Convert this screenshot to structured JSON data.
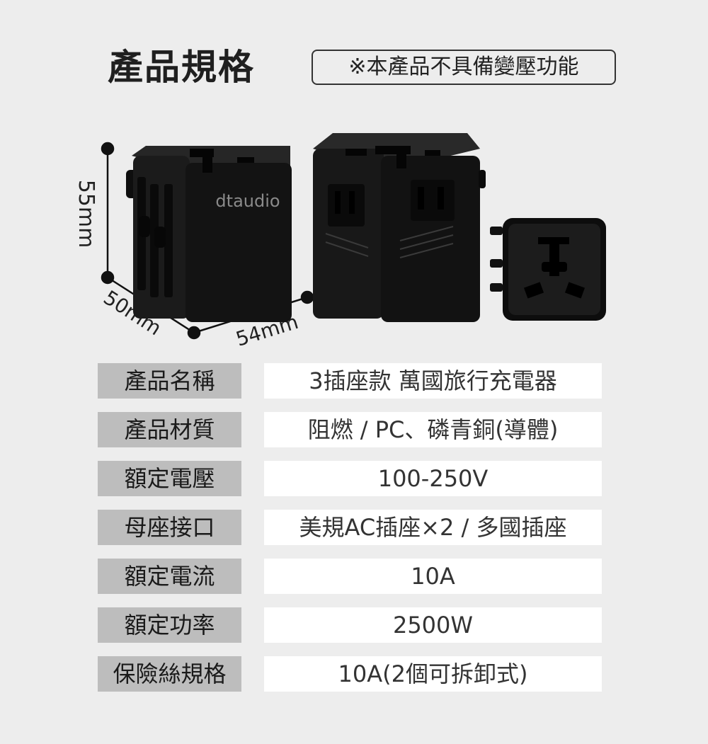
{
  "header": {
    "title": "產品規格",
    "notice": "※本產品不具備變壓功能"
  },
  "dimensions": {
    "height": "55mm",
    "depth": "50mm",
    "width": "54mm"
  },
  "product": {
    "brand": "dtaudio",
    "color": "#161616"
  },
  "specs": [
    {
      "label": "產品名稱",
      "value": "3插座款 萬國旅行充電器"
    },
    {
      "label": "產品材質",
      "value": "阻燃 / PC、磷青銅(導體)"
    },
    {
      "label": "額定電壓",
      "value": "100-250V"
    },
    {
      "label": "母座接口",
      "value": "美規AC插座×2 / 多國插座"
    },
    {
      "label": "額定電流",
      "value": "10A"
    },
    {
      "label": "額定功率",
      "value": "2500W"
    },
    {
      "label": "保險絲規格",
      "value": "10A(2個可拆卸式)"
    }
  ]
}
